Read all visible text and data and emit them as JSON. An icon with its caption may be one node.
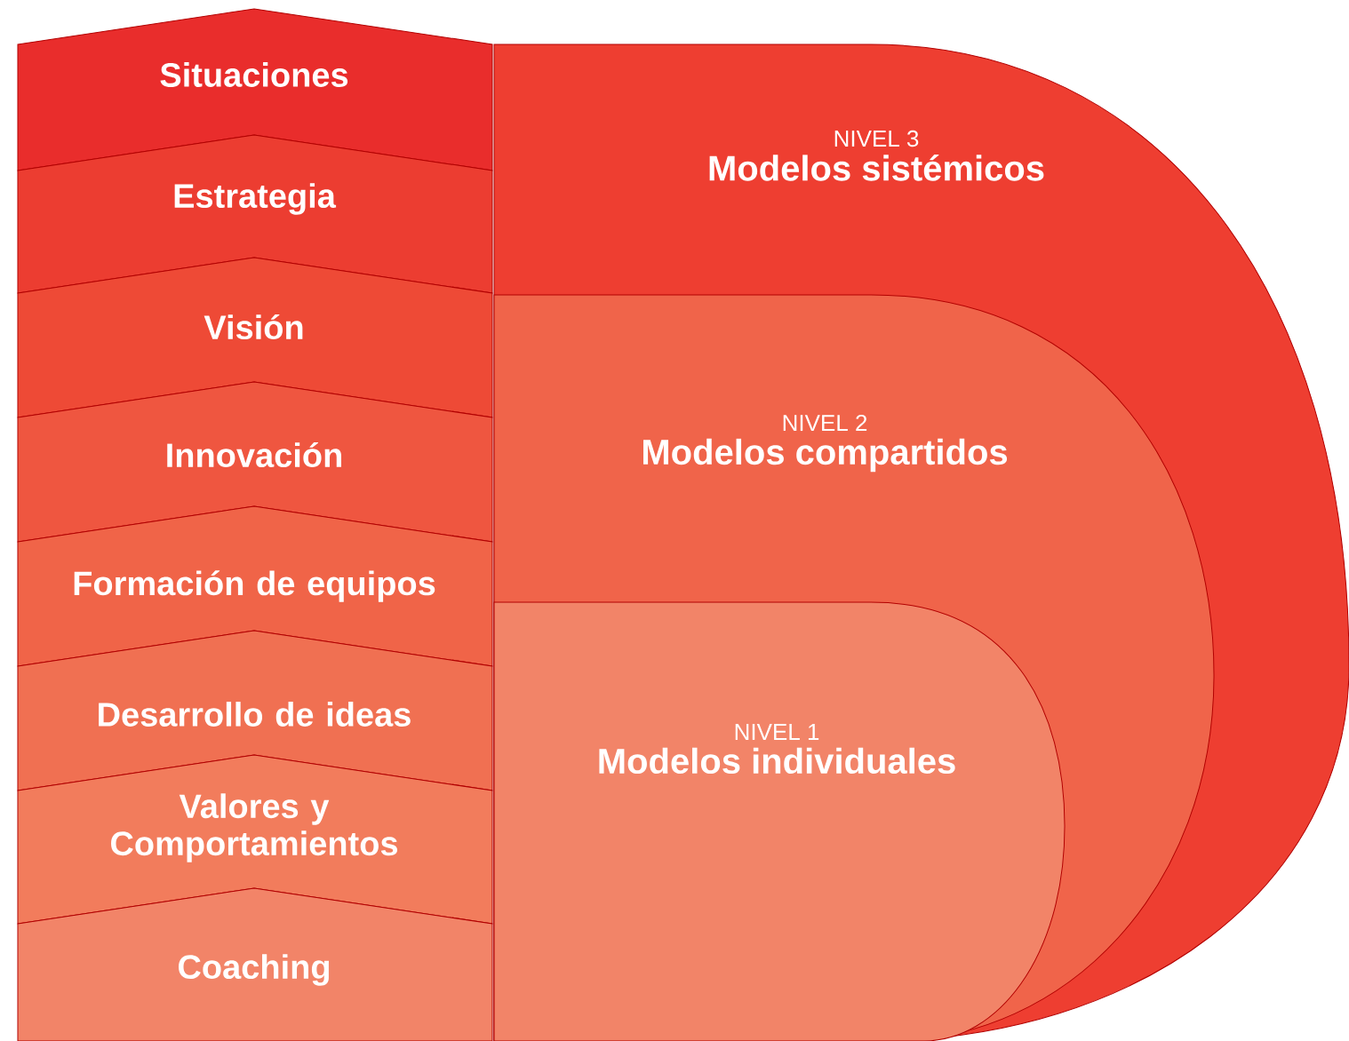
{
  "diagram": {
    "nodes": [
      {
        "text": [
          "Situaciones"
        ]
      },
      {
        "text": [
          "Estrategia"
        ]
      },
      {
        "text": [
          "Visión"
        ]
      },
      {
        "text": [
          "Innovación"
        ]
      },
      {
        "text": [
          "Formación de equipos"
        ]
      },
      {
        "text": [
          "Desarrollo de ideas"
        ]
      },
      {
        "text": [
          "Valores y Comportamientos"
        ]
      },
      {
        "text": [
          "Coaching"
        ]
      },
      {
        "text": [
          "NIVEL 3",
          "Modelos sistémicos"
        ]
      },
      {
        "text": [
          "NIVEL 2",
          "Modelos compartidos"
        ],
        "in": 8
      },
      {
        "text": [
          "NIVEL 1",
          "Modelos individuales"
        ],
        "in": 9
      }
    ]
  }
}
